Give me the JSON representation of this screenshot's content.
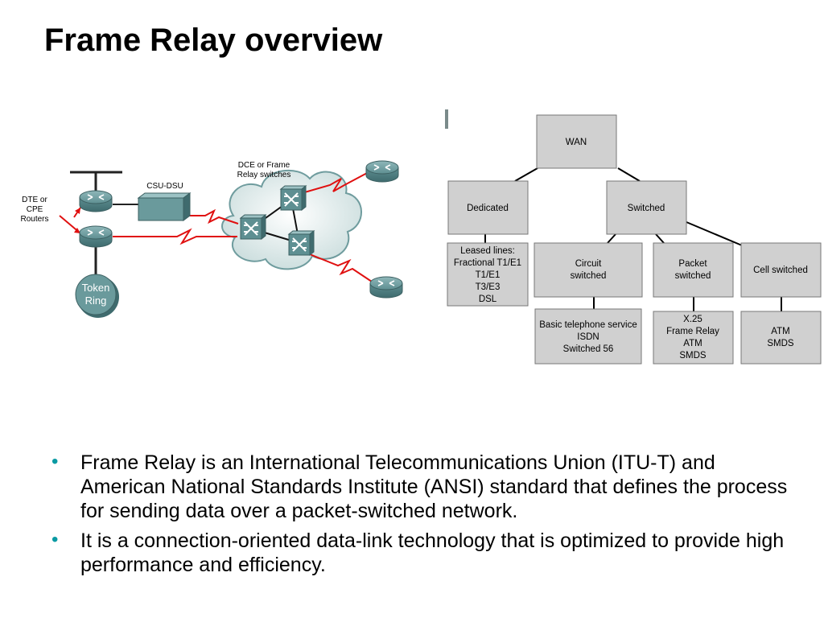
{
  "slide": {
    "title": "Frame Relay overview"
  },
  "network": {
    "dte_label": [
      "DTE or",
      "CPE",
      "Routers"
    ],
    "csu_label": "CSU-DSU",
    "dce_label": [
      "DCE or Frame",
      "Relay switches"
    ],
    "token_ring_label": [
      "Token",
      "Ring"
    ]
  },
  "hierarchy": {
    "wan": "WAN",
    "dedicated": "Dedicated",
    "switched": "Switched",
    "leased": [
      "Leased lines:",
      "Fractional T1/E1",
      "T1/E1",
      "T3/E3",
      "DSL"
    ],
    "circuit": [
      "Circuit",
      "switched"
    ],
    "packet": [
      "Packet",
      "switched"
    ],
    "cell": "Cell switched",
    "circuit_list": [
      "Basic telephone service",
      "ISDN",
      "Switched 56"
    ],
    "packet_list": [
      "X.25",
      "Frame Relay",
      "ATM",
      "SMDS"
    ],
    "cell_list": [
      "ATM",
      "SMDS"
    ]
  },
  "bullets": [
    "Frame Relay is an International Telecommunications Union (ITU-T) and American National Standards Institute (ANSI) standard that defines the process for sending data over a packet-switched network.",
    "It is a connection-oriented data-link technology that is optimized to provide high performance and efficiency."
  ],
  "colors": {
    "bullet": "#0a9aa3",
    "box_fill": "#d0d0d0",
    "link_red": "#e01010",
    "device_teal": "#5e8f92"
  }
}
